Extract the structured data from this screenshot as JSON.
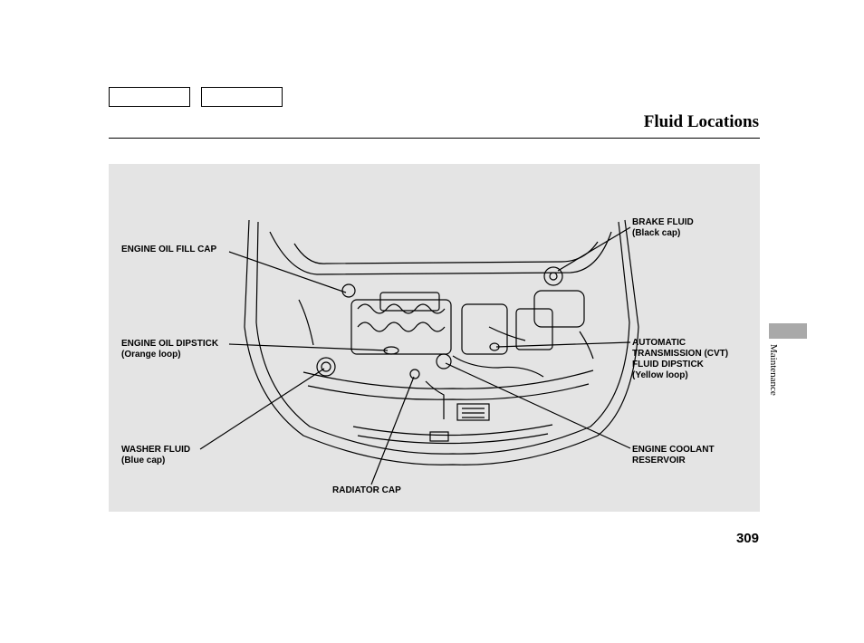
{
  "header": {
    "title": "Fluid Locations"
  },
  "figure": {
    "labels": {
      "engine_oil_fill_cap": "ENGINE OIL FILL CAP",
      "engine_oil_dipstick": "ENGINE OIL DIPSTICK",
      "engine_oil_dipstick_note": "(Orange loop)",
      "washer_fluid": "WASHER FLUID",
      "washer_fluid_note": "(Blue cap)",
      "radiator_cap": "RADIATOR CAP",
      "brake_fluid": "BRAKE FLUID",
      "brake_fluid_note": "(Black cap)",
      "cvt_line1": "AUTOMATIC",
      "cvt_line2": "TRANSMISSION (CVT)",
      "cvt_line3": "FLUID DIPSTICK",
      "cvt_note": "(Yellow loop)",
      "coolant_line1": "ENGINE COOLANT",
      "coolant_line2": "RESERVOIR"
    }
  },
  "footer": {
    "page_number": "309",
    "section_tab": "Maintenance"
  },
  "colors": {
    "figure_background": "#e4e4e4",
    "section_tab": "#a9a9a9"
  }
}
